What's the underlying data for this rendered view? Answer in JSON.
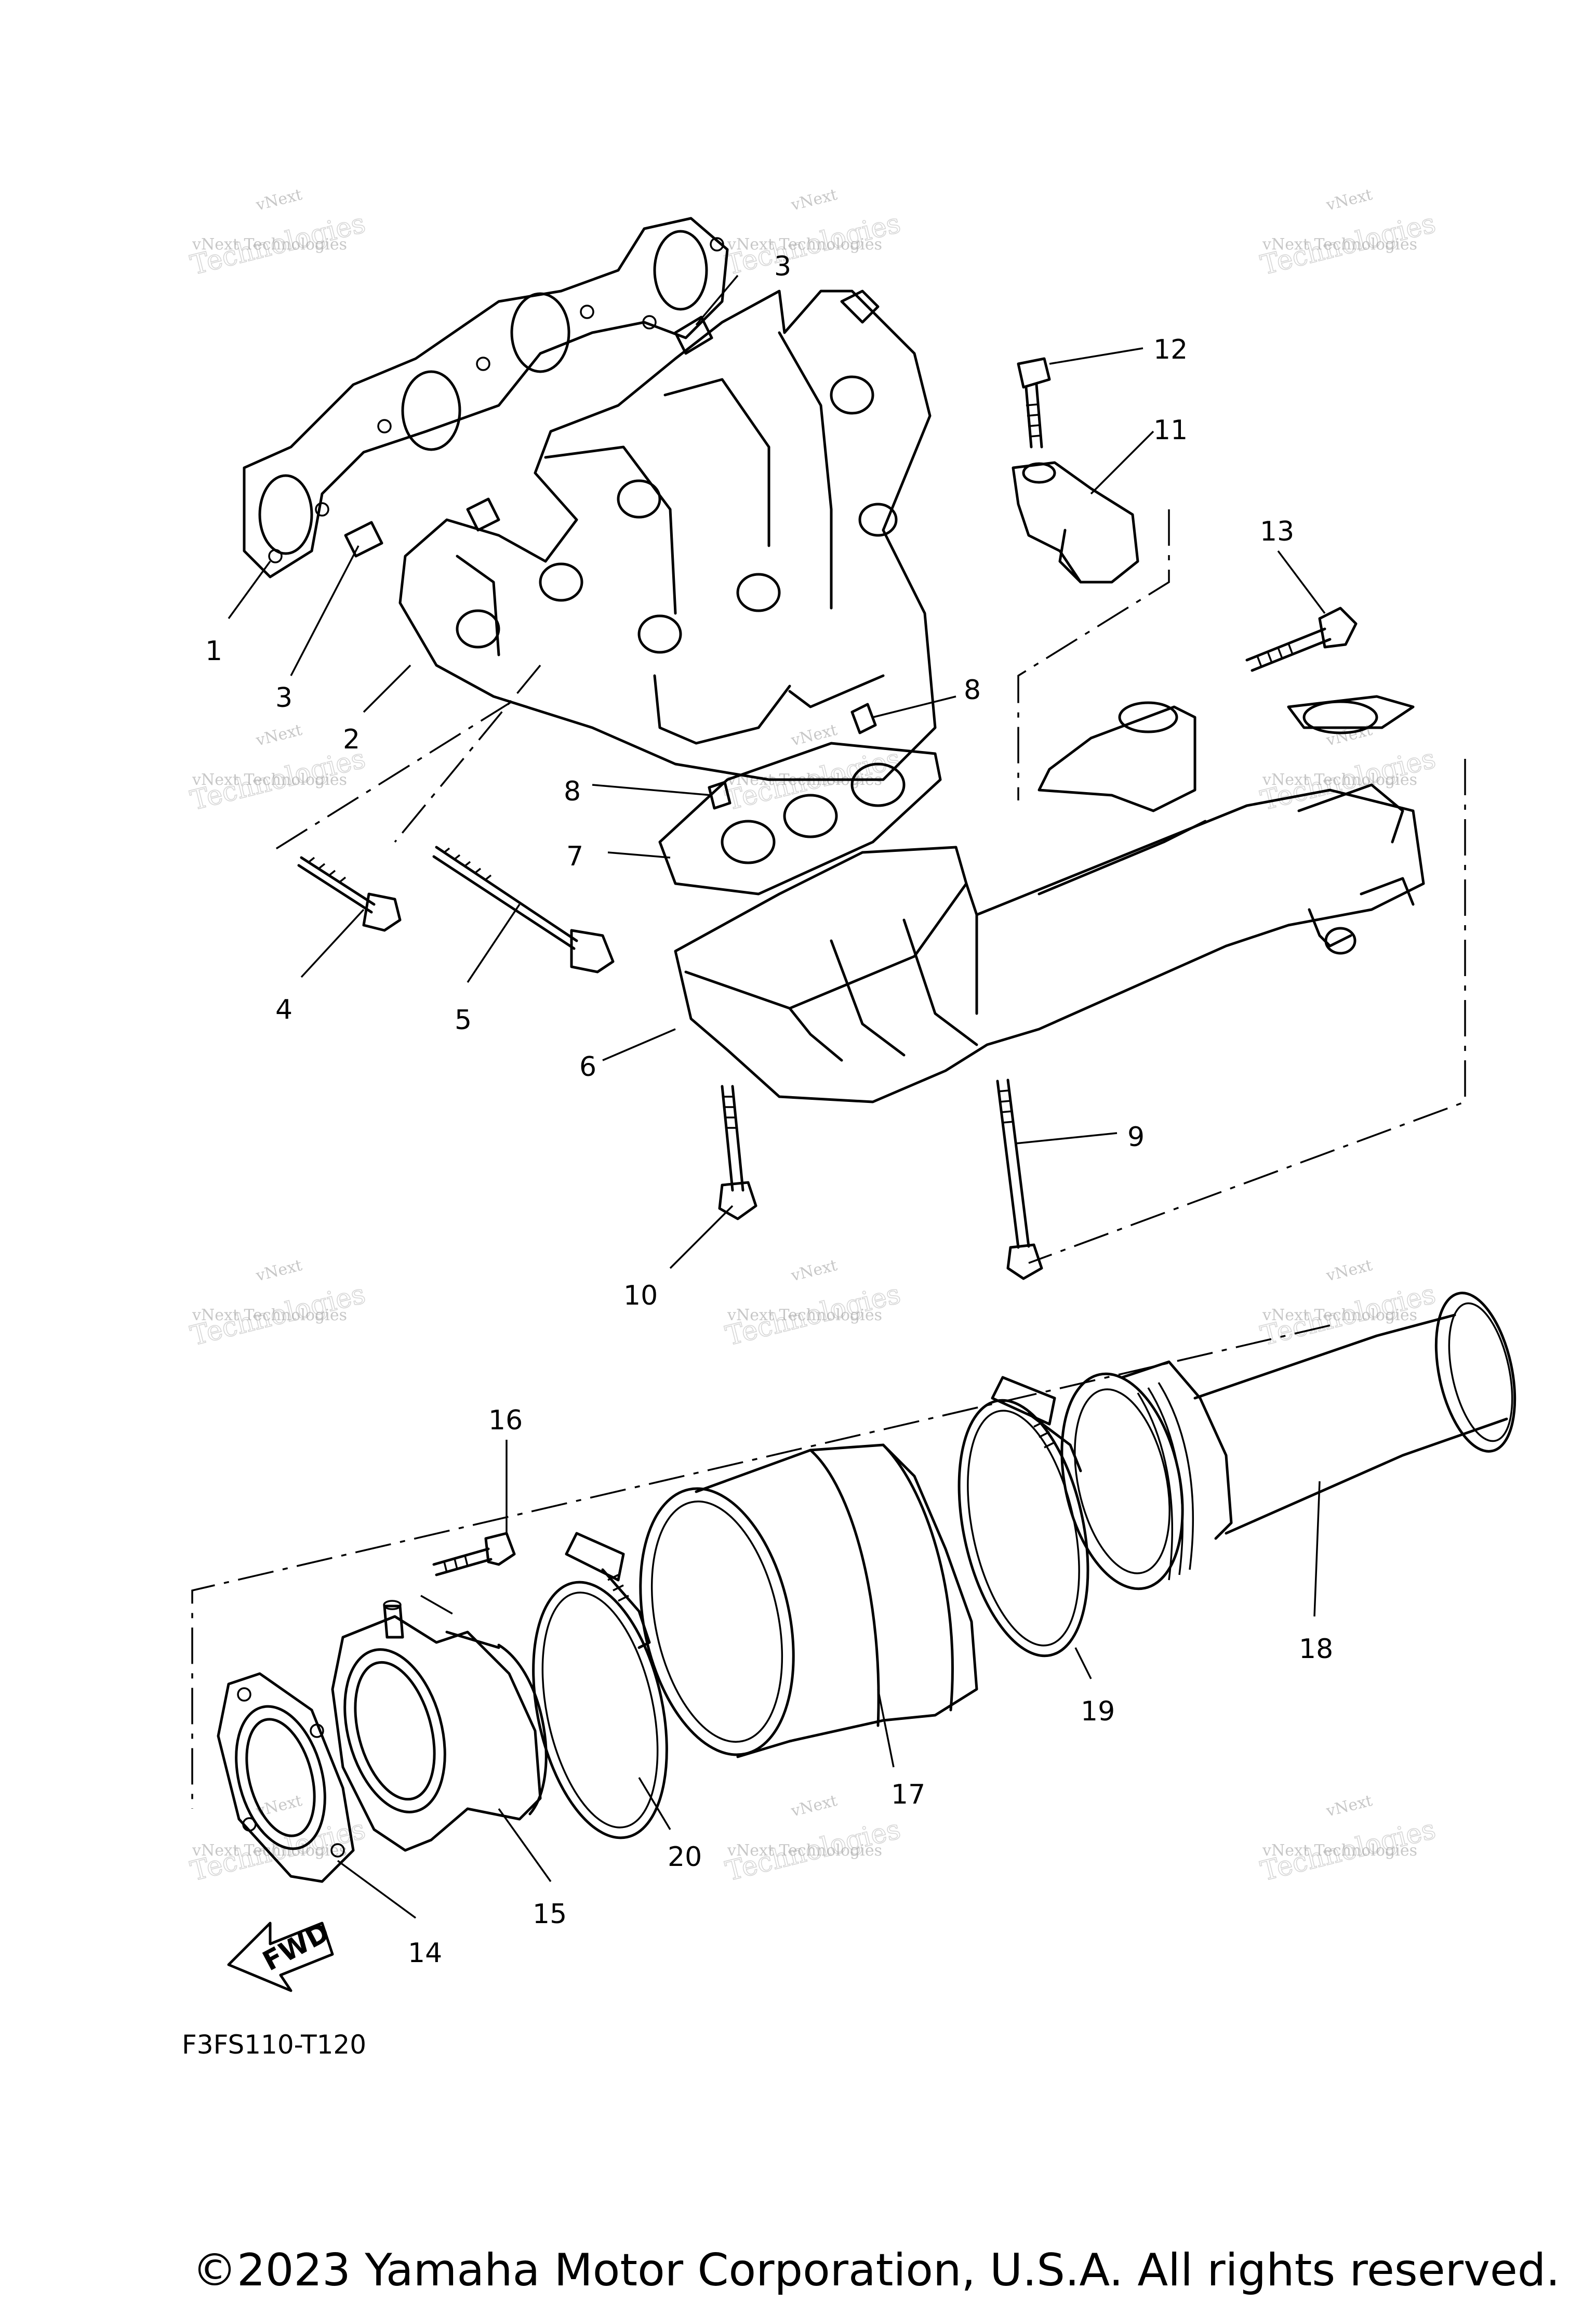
{
  "diagram": {
    "code": "F3FS110-T120",
    "copyright": "©2023 Yamaha Motor Corporation, U.S.A. All rights reserved.",
    "fwd_label": "FWD",
    "watermark_line1": "vNext Technologies",
    "watermark_line2": "Technologies",
    "watermark_line3": "vNext",
    "callouts": [
      "1",
      "2",
      "3",
      "3",
      "4",
      "5",
      "6",
      "7",
      "8",
      "8",
      "9",
      "10",
      "11",
      "12",
      "13",
      "14",
      "15",
      "16",
      "17",
      "18",
      "19",
      "20"
    ]
  }
}
